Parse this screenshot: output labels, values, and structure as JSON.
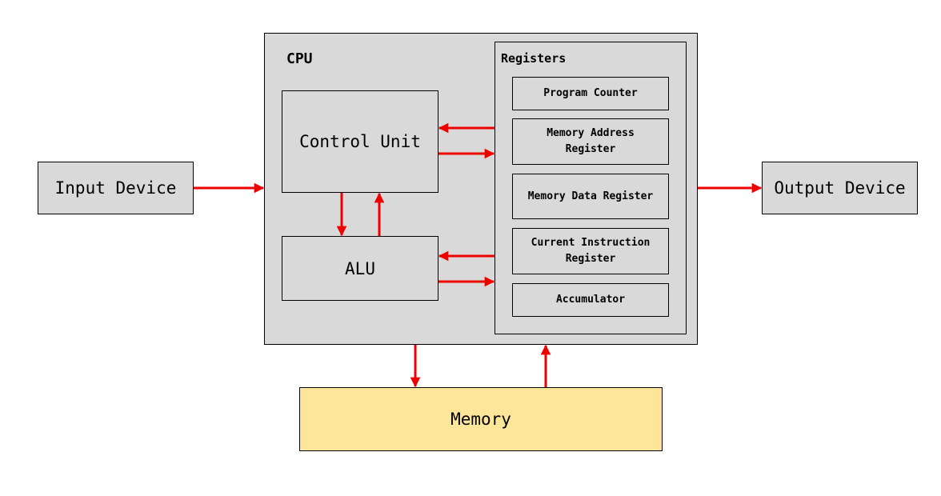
{
  "diagram": {
    "input_device": "Input Device",
    "output_device": "Output Device",
    "cpu": "CPU",
    "control_unit": "Control Unit",
    "alu": "ALU",
    "registers": {
      "title": "Registers",
      "items": [
        {
          "label": "Program Counter"
        },
        {
          "label": "Memory Address\nRegister"
        },
        {
          "label": "Memory Data Register"
        },
        {
          "label": "Current Instruction\nRegister"
        },
        {
          "label": "Accumulator"
        }
      ]
    },
    "memory": "Memory",
    "colors": {
      "arrow": "#ee0000",
      "box_fill": "#d9d9d9",
      "memory_fill": "#fde59a",
      "border": "#000000"
    }
  }
}
